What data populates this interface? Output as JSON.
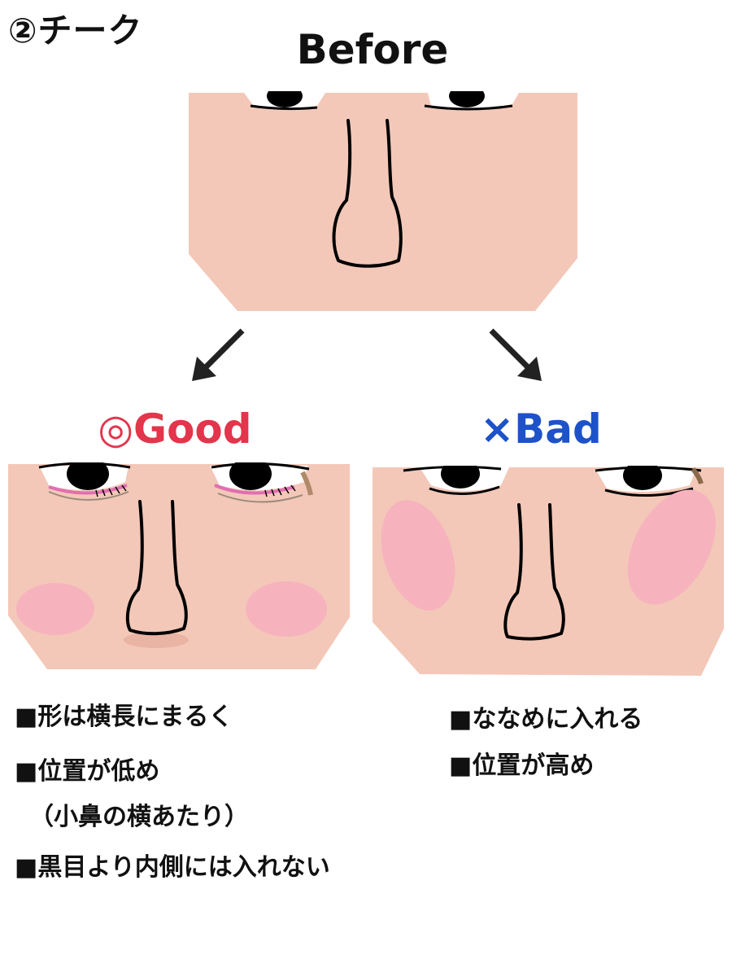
{
  "header": {
    "section_title": "②チーク",
    "before_label": "Before"
  },
  "good": {
    "label": "◎Good",
    "notes": [
      "■形は横長にまるく",
      "■位置が低め",
      "（小鼻の横あたり）",
      "■黒目より内側には入れない"
    ]
  },
  "bad": {
    "label": "×Bad",
    "notes": [
      "■ななめに入れる",
      "■位置が高め"
    ]
  },
  "colors": {
    "skin": "#f3c8b8",
    "blush": "#f7b3bd",
    "good_label": "#e3354b",
    "bad_label": "#1d52c9",
    "outline": "#000000"
  }
}
